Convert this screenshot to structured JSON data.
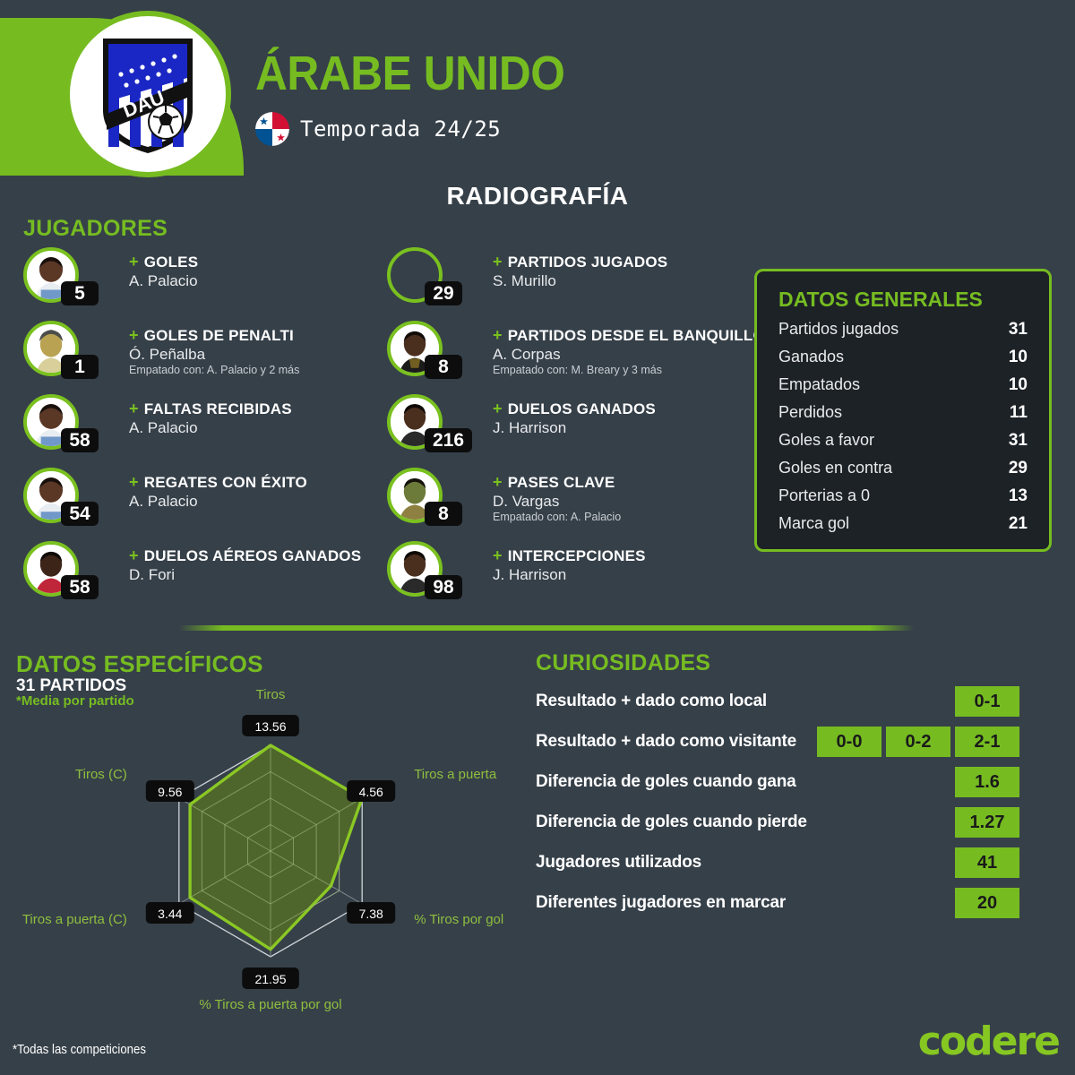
{
  "header": {
    "club_name": "ÁRABE UNIDO",
    "season": "Temporada 24/25",
    "crest_text": "DAU",
    "flag": "panama-flag",
    "accent_color": "#76bc21",
    "background_color": "#364049"
  },
  "page_title": "RADIOGRAFÍA",
  "players_section": {
    "title": "JUGADORES",
    "left_column": [
      {
        "stat": "GOLES",
        "player": "A. Palacio",
        "value": "5",
        "tie": ""
      },
      {
        "stat": "GOLES DE PENALTI",
        "player": "Ó. Peñalba",
        "value": "1",
        "tie": "Empatado con: A. Palacio y 2 más"
      },
      {
        "stat": "FALTAS RECIBIDAS",
        "player": "A. Palacio",
        "value": "58",
        "tie": ""
      },
      {
        "stat": "REGATES CON ÉXITO",
        "player": "A. Palacio",
        "value": "54",
        "tie": ""
      },
      {
        "stat": "DUELOS AÉREOS GANADOS",
        "player": "D. Fori",
        "value": "58",
        "tie": ""
      }
    ],
    "right_column": [
      {
        "stat": "PARTIDOS JUGADOS",
        "player": "S. Murillo",
        "value": "29",
        "tie": ""
      },
      {
        "stat": "PARTIDOS DESDE EL BANQUILLO",
        "player": "A. Corpas",
        "value": "8",
        "tie": "Empatado con: M. Breary y 3 más"
      },
      {
        "stat": "DUELOS GANADOS",
        "player": "J. Harrison",
        "value": "216",
        "tie": ""
      },
      {
        "stat": "PASES CLAVE",
        "player": "D. Vargas",
        "value": "8",
        "tie": "Empatado con: A. Palacio"
      },
      {
        "stat": "INTERCEPCIONES",
        "player": "J. Harrison",
        "value": "98",
        "tie": ""
      }
    ]
  },
  "general_data": {
    "title": "DATOS GENERALES",
    "rows": [
      {
        "label": "Partidos jugados",
        "value": "31"
      },
      {
        "label": "Ganados",
        "value": "10"
      },
      {
        "label": "Empatados",
        "value": "10"
      },
      {
        "label": "Perdidos",
        "value": "11"
      },
      {
        "label": "Goles a favor",
        "value": "31"
      },
      {
        "label": "Goles en contra",
        "value": "29"
      },
      {
        "label": "Porterias a 0",
        "value": "13"
      },
      {
        "label": "Marca gol",
        "value": "21"
      }
    ]
  },
  "specific_data": {
    "title": "DATOS ESPECÍFICOS",
    "matches": "31 PARTIDOS",
    "note": "*Media por partido"
  },
  "chart_data": {
    "type": "radar",
    "title": "DATOS ESPECÍFICOS",
    "subtitle": "31 PARTIDOS",
    "note": "*Media por partido",
    "categories": [
      "Tiros",
      "Tiros a puerta",
      "% Tiros por gol",
      "% Tiros a puerta por gol",
      "Tiros a puerta (C)",
      "Tiros (C)"
    ],
    "values": [
      13.56,
      4.56,
      7.38,
      21.95,
      3.44,
      9.56
    ],
    "normalized": [
      1.0,
      1.0,
      0.66,
      0.93,
      0.88,
      0.88
    ],
    "grid": true,
    "rings": 4,
    "legend": "none",
    "fill_color": "#50682a",
    "stroke_color": "#8bc824"
  },
  "curiosities": {
    "title": "CURIOSIDADES",
    "rows": [
      {
        "label": "Resultado + dado como local",
        "values": [
          "0-1"
        ]
      },
      {
        "label": "Resultado + dado como visitante",
        "values": [
          "0-0",
          "0-2",
          "2-1"
        ]
      },
      {
        "label": "Diferencia de goles cuando gana",
        "values": [
          "1.6"
        ]
      },
      {
        "label": "Diferencia de goles cuando pierde",
        "values": [
          "1.27"
        ]
      },
      {
        "label": "Jugadores utilizados",
        "values": [
          "41"
        ]
      },
      {
        "label": "Diferentes jugadores en marcar",
        "values": [
          "20"
        ]
      }
    ]
  },
  "footer": {
    "note": "*Todas las competiciones",
    "brand": "codere"
  }
}
